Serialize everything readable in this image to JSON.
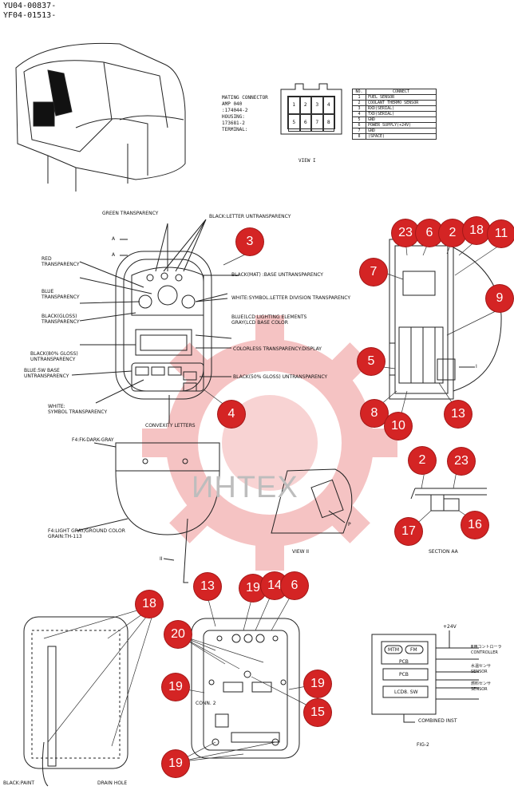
{
  "doc_codes": [
    "YU04-00837-",
    "YF04-01513-"
  ],
  "watermark": "ИНТЕХ",
  "connector": {
    "lines": [
      "MATING CONNECTOR",
      "AMP 040",
      ":174044-2",
      "HOUSING:",
      "173681-2",
      "TERMINAL:"
    ],
    "pins": [
      "1",
      "2",
      "3",
      "4",
      "5",
      "6",
      "7",
      "8"
    ],
    "view_label": "VIEW I"
  },
  "connect_table": {
    "header": [
      "NO.",
      "CONNECT"
    ],
    "rows": [
      [
        "1",
        "FUEL SENSOR"
      ],
      [
        "2",
        "COOLANT THERMO SENSOR"
      ],
      [
        "3",
        "RXD(SERIAL)"
      ],
      [
        "4",
        "TXD(SERIAL)"
      ],
      [
        "5",
        "GND"
      ],
      [
        "6",
        "POWER SUPPLY(+24V)"
      ],
      [
        "7",
        "GND"
      ],
      [
        "8",
        "(SPACE)"
      ]
    ]
  },
  "front_labels": {
    "green_transparency": "GREEN TRANSPARENCY",
    "black_letter": "BLACK:LETTER UNTRANSPARENCY",
    "red_transparency": "RED\nTRANSPARENCY",
    "blue_transparency": "BLUE\nTRANSPARENCY",
    "black_gloss": "BLACK(GLOSS)\nTRANSPARENCY",
    "black_80_gloss": "BLACK(80% GLOSS)\nUNTRANSPARENCY",
    "blue_5w_base": "BLUE:5W BASE\nUNTRANSPARENCY",
    "white_symbol": "WHITE:\nSYMBOL TRANSPARENCY",
    "black_mat": "BLACK(MAT) :BASE UNTRANSPARENCY",
    "white_symbol_letter": "WHITE:SYMBOL.LETTER DIVISION TRANSPARENCY",
    "blue_lcd": "BLUE(LCD LIGHTING ELEMENTS\nGRAY(LCD BASE COLOR",
    "colorless": "COLORLESS TRANSPARENCY:DISPLAY",
    "black_50_gloss": "BLACK(50% GLOSS) UNTRANSPARENCY",
    "convexity": "CONVEXITY LETTERS",
    "section_marker": "A"
  },
  "rear_labels": {
    "fk_dark_gray": "F4:FK-DARK-GRAY",
    "light_gray": "F4:LIGHT GRAY/GROUND COLOR\nGRAIN:TH-113",
    "view_ii": "VIEW II",
    "p_marker": "P",
    "ii_marker": "II",
    "section_aa": "SECTION AA",
    "black_paint": "BLACK:PAINT",
    "drain_hole": "DRAIN HOLE",
    "conn2": "CONN. 2",
    "i_marker": "I"
  },
  "block_diagram": {
    "voltage": "+24V",
    "mtm": "MTM",
    "fm": "FM",
    "pcb1": "PCB",
    "pcb2": "PCB",
    "lcd": "LCD8. SW",
    "controller": "Ⅲ用コントローラ\nCONTROLLER",
    "sensor1": "水温センサ\nSENSOR",
    "sensor2": "燃料センサ\nSENSOR",
    "caption": "COMBINED INST",
    "fig": "FIG-2"
  },
  "callouts": [
    "23",
    "6",
    "2",
    "18",
    "11",
    "7",
    "9",
    "5",
    "8",
    "10",
    "13",
    "3",
    "4",
    "2",
    "23",
    "16",
    "17",
    "13",
    "19",
    "14",
    "6",
    "20",
    "19",
    "19",
    "15",
    "19",
    "18"
  ],
  "colors": {
    "callout": "#d42424",
    "watermark": "#f3b8b8",
    "line": "#222222"
  }
}
